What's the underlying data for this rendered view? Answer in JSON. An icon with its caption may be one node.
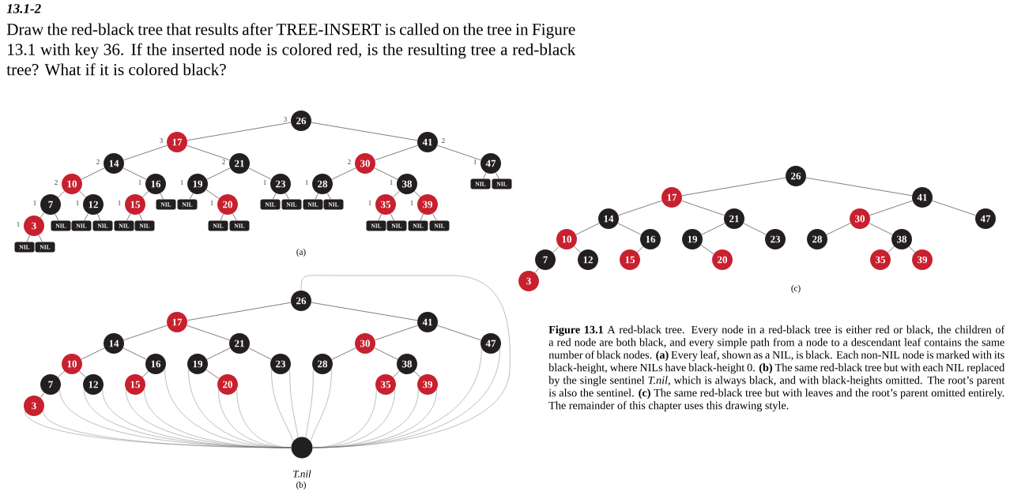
{
  "diagram": {
    "title": "13.1-2",
    "caption": "**Figure 13.1** A red-black tree. Every node in a red-black tree is either red or black, the children of a red node are both black, and every simple path from a node to a descendant leaf contains the same number of black nodes. **(a)** Every leaf, shown as a NIL, is black. Each non-NIL node is marked with its black-height, where NILs have black-height 0. **(b)** The same red-black tree but with each NIL replaced by the single sentinel *T.nil*, which is always black, and with black-heights omitted. The root’s parent is also the sentinel. **(c)** The same red-black tree but with leaves and the root’s parent omitted entirely. The remainder of this chapter uses this drawing style.",
    "nodes": [
      {
        "text": [
          "26"
        ],
        "beside": [
          "3"
        ]
      },
      {
        "text": [
          "17"
        ],
        "beside": [
          "3"
        ]
      },
      {
        "text": [
          "41"
        ],
        "beside": [
          "2"
        ]
      },
      {
        "text": [
          "14"
        ],
        "beside": [
          "2"
        ]
      },
      {
        "text": [
          "21"
        ],
        "beside": [
          "2"
        ]
      },
      {
        "text": [
          "30"
        ],
        "beside": [
          "2"
        ]
      },
      {
        "text": [
          "47"
        ],
        "beside": [
          "1"
        ]
      },
      {
        "text": [
          "10"
        ],
        "beside": [
          "2"
        ]
      },
      {
        "text": [
          "16"
        ],
        "beside": [
          "1"
        ]
      },
      {
        "text": [
          "19"
        ],
        "beside": [
          "1"
        ]
      },
      {
        "text": [
          "23"
        ],
        "beside": [
          "1"
        ]
      },
      {
        "text": [
          "28"
        ],
        "beside": [
          "1"
        ]
      },
      {
        "text": [
          "38"
        ],
        "beside": [
          "1"
        ]
      },
      {
        "text": [
          "7"
        ],
        "beside": [
          "1"
        ]
      },
      {
        "text": [
          "12"
        ],
        "beside": [
          "1"
        ]
      },
      {
        "text": [
          "15"
        ],
        "beside": [
          "1"
        ]
      },
      {
        "text": [
          "20"
        ],
        "beside": [
          "1"
        ]
      },
      {
        "text": [
          "35"
        ],
        "beside": [
          "1"
        ]
      },
      {
        "text": [
          "39"
        ],
        "beside": [
          "1"
        ]
      },
      {
        "text": [
          "3"
        ],
        "beside": [
          "1"
        ]
      },
      {
        "text": [
          "NIL"
        ]
      },
      {
        "text": [
          "NIL"
        ]
      },
      {
        "text": [
          "NIL"
        ]
      },
      {
        "text": [
          "NIL"
        ]
      },
      {
        "text": [
          "NIL"
        ]
      },
      {
        "text": [
          "NIL"
        ]
      },
      {
        "text": [
          "NIL"
        ]
      },
      {
        "text": [
          "NIL"
        ]
      },
      {
        "text": [
          "NIL"
        ]
      },
      {
        "text": [
          "NIL"
        ]
      },
      {
        "text": [
          "NIL"
        ]
      },
      {
        "text": [
          "NIL"
        ]
      },
      {
        "text": [
          "NIL"
        ]
      },
      {
        "text": [
          "NIL"
        ]
      },
      {
        "text": [
          "NIL"
        ]
      },
      {
        "text": [
          "NIL"
        ]
      },
      {
        "text": [
          "NIL"
        ]
      },
      {
        "text": [
          "NIL"
        ]
      },
      {
        "text": [
          "NIL"
        ]
      },
      {
        "text": [
          "NIL"
        ]
      },
      {
        "text": [
          "NIL"
        ]
      },
      {
        "text": [
          "26"
        ]
      },
      {
        "text": [
          "17"
        ]
      },
      {
        "text": [
          "41"
        ]
      },
      {
        "text": [
          "14"
        ]
      },
      {
        "text": [
          "21"
        ]
      },
      {
        "text": [
          "30"
        ]
      },
      {
        "text": [
          "47"
        ]
      },
      {
        "text": [
          "10"
        ]
      },
      {
        "text": [
          "16"
        ]
      },
      {
        "text": [
          "19"
        ]
      },
      {
        "text": [
          "23"
        ]
      },
      {
        "text": [
          "28"
        ]
      },
      {
        "text": [
          "38"
        ]
      },
      {
        "text": [
          "7"
        ]
      },
      {
        "text": [
          "12"
        ]
      },
      {
        "text": [
          "15"
        ]
      },
      {
        "text": [
          "20"
        ]
      },
      {
        "text": [
          "35"
        ]
      },
      {
        "text": [
          "39"
        ]
      },
      {
        "text": [
          "3"
        ]
      },
      {
        "text": [
          "26"
        ]
      },
      {
        "text": [
          "17"
        ]
      },
      {
        "text": [
          "41"
        ]
      },
      {
        "text": [
          "14"
        ]
      },
      {
        "text": [
          "21"
        ]
      },
      {
        "text": [
          "30"
        ]
      },
      {
        "text": [
          "47"
        ]
      },
      {
        "text": [
          "10"
        ]
      },
      {
        "text": [
          "16"
        ]
      },
      {
        "text": [
          "19"
        ]
      },
      {
        "text": [
          "23"
        ]
      },
      {
        "text": [
          "28"
        ]
      },
      {
        "text": [
          "38"
        ]
      },
      {
        "text": [
          "7"
        ]
      },
      {
        "text": [
          "12"
        ]
      },
      {
        "text": [
          "15"
        ]
      },
      {
        "text": [
          "20"
        ]
      },
      {
        "text": [
          "35"
        ]
      },
      {
        "text": [
          "39"
        ]
      },
      {
        "text": [
          "3"
        ]
      },
      {
        "text": [
          "T.nil"
        ]
      }
    ],
    "edges": [
      {
        "from": 0,
        "to": 1,
        "arrow": "none"
      },
      {
        "from": 0,
        "to": 2,
        "arrow": "none"
      },
      {
        "from": 1,
        "to": 3,
        "arrow": "none"
      },
      {
        "from": 1,
        "to": 4,
        "arrow": "none"
      },
      {
        "from": 2,
        "to": 5,
        "arrow": "none"
      },
      {
        "from": 2,
        "to": 6,
        "arrow": "none"
      },
      {
        "from": 3,
        "to": 7,
        "arrow": "none"
      },
      {
        "from": 3,
        "to": 8,
        "arrow": "none"
      },
      {
        "from": 4,
        "to": 9,
        "arrow": "none"
      },
      {
        "from": 4,
        "to": 10,
        "arrow": "none"
      },
      {
        "from": 5,
        "to": 11,
        "arrow": "none"
      },
      {
        "from": 5,
        "to": 12,
        "arrow": "none"
      },
      {
        "from": 7,
        "to": 13,
        "arrow": "none"
      },
      {
        "from": 7,
        "to": 14,
        "arrow": "none"
      },
      {
        "from": 8,
        "to": 15,
        "arrow": "none"
      },
      {
        "from": 9,
        "to": 16,
        "arrow": "none"
      },
      {
        "from": 12,
        "to": 17,
        "arrow": "none"
      },
      {
        "from": 12,
        "to": 18,
        "arrow": "none"
      },
      {
        "from": 13,
        "to": 19,
        "arrow": "none"
      },
      {
        "from": 19,
        "to": 20,
        "arrow": "none"
      },
      {
        "from": 19,
        "to": 21,
        "arrow": "none"
      },
      {
        "from": 13,
        "to": 22,
        "arrow": "none"
      },
      {
        "from": 14,
        "to": 23,
        "arrow": "none"
      },
      {
        "from": 14,
        "to": 24,
        "arrow": "none"
      },
      {
        "from": 15,
        "to": 25,
        "arrow": "none"
      },
      {
        "from": 15,
        "to": 26,
        "arrow": "none"
      },
      {
        "from": 8,
        "to": 27,
        "arrow": "none"
      },
      {
        "from": 9,
        "to": 28,
        "arrow": "none"
      },
      {
        "from": 16,
        "to": 29,
        "arrow": "none"
      },
      {
        "from": 16,
        "to": 30,
        "arrow": "none"
      },
      {
        "from": 10,
        "to": 31,
        "arrow": "none"
      },
      {
        "from": 10,
        "to": 32,
        "arrow": "none"
      },
      {
        "from": 11,
        "to": 33,
        "arrow": "none"
      },
      {
        "from": 11,
        "to": 34,
        "arrow": "none"
      },
      {
        "from": 17,
        "to": 35,
        "arrow": "none"
      },
      {
        "from": 17,
        "to": 36,
        "arrow": "none"
      },
      {
        "from": 18,
        "to": 37,
        "arrow": "none"
      },
      {
        "from": 18,
        "to": 38,
        "arrow": "none"
      },
      {
        "from": 6,
        "to": 39,
        "arrow": "none"
      },
      {
        "from": 6,
        "to": 40,
        "arrow": "none"
      },
      {
        "from": 41,
        "to": 42,
        "arrow": "none"
      },
      {
        "from": 41,
        "to": 43,
        "arrow": "none"
      },
      {
        "from": 42,
        "to": 44,
        "arrow": "none"
      },
      {
        "from": 42,
        "to": 45,
        "arrow": "none"
      },
      {
        "from": 43,
        "to": 46,
        "arrow": "none"
      },
      {
        "from": 43,
        "to": 47,
        "arrow": "none"
      },
      {
        "from": 44,
        "to": 48,
        "arrow": "none"
      },
      {
        "from": 44,
        "to": 49,
        "arrow": "none"
      },
      {
        "from": 45,
        "to": 50,
        "arrow": "none"
      },
      {
        "from": 45,
        "to": 51,
        "arrow": "none"
      },
      {
        "from": 46,
        "to": 52,
        "arrow": "none"
      },
      {
        "from": 46,
        "to": 53,
        "arrow": "none"
      },
      {
        "from": 48,
        "to": 54,
        "arrow": "none"
      },
      {
        "from": 48,
        "to": 55,
        "arrow": "none"
      },
      {
        "from": 49,
        "to": 56,
        "arrow": "none"
      },
      {
        "from": 50,
        "to": 57,
        "arrow": "none"
      },
      {
        "from": 53,
        "to": 58,
        "arrow": "none"
      },
      {
        "from": 53,
        "to": 59,
        "arrow": "none"
      },
      {
        "from": 54,
        "to": 60,
        "arrow": "none"
      },
      {
        "from": 61,
        "to": 62,
        "arrow": "none"
      },
      {
        "from": 61,
        "to": 63,
        "arrow": "none"
      },
      {
        "from": 62,
        "to": 64,
        "arrow": "none"
      },
      {
        "from": 62,
        "to": 65,
        "arrow": "none"
      },
      {
        "from": 63,
        "to": 66,
        "arrow": "none"
      },
      {
        "from": 63,
        "to": 67,
        "arrow": "none"
      },
      {
        "from": 64,
        "to": 68,
        "arrow": "none"
      },
      {
        "from": 64,
        "to": 69,
        "arrow": "none"
      },
      {
        "from": 65,
        "to": 70,
        "arrow": "none"
      },
      {
        "from": 65,
        "to": 71,
        "arrow": "none"
      },
      {
        "from": 66,
        "to": 72,
        "arrow": "none"
      },
      {
        "from": 66,
        "to": 73,
        "arrow": "none"
      },
      {
        "from": 68,
        "to": 74,
        "arrow": "none"
      },
      {
        "from": 68,
        "to": 75,
        "arrow": "none"
      },
      {
        "from": 69,
        "to": 76,
        "arrow": "none"
      },
      {
        "from": 70,
        "to": 77,
        "arrow": "none"
      },
      {
        "from": 73,
        "to": 78,
        "arrow": "none"
      },
      {
        "from": 73,
        "to": 79,
        "arrow": "none"
      },
      {
        "from": 74,
        "to": 80,
        "arrow": "none"
      },
      {
        "from": 80,
        "to": 81,
        "arrow": "none",
        "color": "#6d6d6d"
      },
      {
        "from": 80,
        "to": 81,
        "arrow": "none",
        "color": "#6d6d6d"
      },
      {
        "from": 74,
        "to": 81,
        "arrow": "none",
        "color": "#6d6d6d"
      },
      {
        "from": 75,
        "to": 81,
        "arrow": "none",
        "color": "#6d6d6d"
      },
      {
        "from": 75,
        "to": 81,
        "arrow": "none",
        "color": "#6d6d6d"
      },
      {
        "from": 76,
        "to": 81,
        "arrow": "none",
        "color": "#6d6d6d"
      },
      {
        "from": 76,
        "to": 81,
        "arrow": "none",
        "color": "#6d6d6d"
      },
      {
        "from": 69,
        "to": 81,
        "arrow": "none",
        "color": "#6d6d6d"
      },
      {
        "from": 70,
        "to": 81,
        "arrow": "none",
        "color": "#6d6d6d"
      },
      {
        "from": 77,
        "to": 81,
        "arrow": "none",
        "color": "#6d6d6d"
      },
      {
        "from": 77,
        "to": 81,
        "arrow": "none",
        "color": "#6d6d6d"
      },
      {
        "from": 71,
        "to": 81,
        "arrow": "none",
        "color": "#6d6d6d"
      },
      {
        "from": 71,
        "to": 81,
        "arrow": "none",
        "color": "#6d6d6d"
      },
      {
        "from": 72,
        "to": 81,
        "arrow": "none",
        "color": "#6d6d6d"
      },
      {
        "from": 72,
        "to": 81,
        "arrow": "none",
        "color": "#6d6d6d"
      },
      {
        "from": 78,
        "to": 81,
        "arrow": "none",
        "color": "#6d6d6d"
      },
      {
        "from": 78,
        "to": 81,
        "arrow": "none",
        "color": "#6d6d6d"
      },
      {
        "from": 79,
        "to": 81,
        "arrow": "none",
        "color": "#6d6d6d"
      },
      {
        "from": 79,
        "to": 81,
        "arrow": "none",
        "color": "#6d6d6d"
      },
      {
        "from": 67,
        "to": 81,
        "arrow": "none",
        "color": "#6d6d6d"
      },
      {
        "from": 67,
        "to": 81,
        "arrow": "none",
        "color": "#6d6d6d"
      },
      {
        "from": 61,
        "to": 81,
        "arrow": "none",
        "color": "#6d6d6d"
      }
    ],
    "labels": [
      "Draw the red-black tree that results after TREE-INSERT is called on the tree in Figure 13.1 with key 36. If the inserted node is colored red, is the resulting tree a red-black tree? What if it is colored black?",
      "(a)",
      "(c)",
      "(b)"
    ]
  }
}
